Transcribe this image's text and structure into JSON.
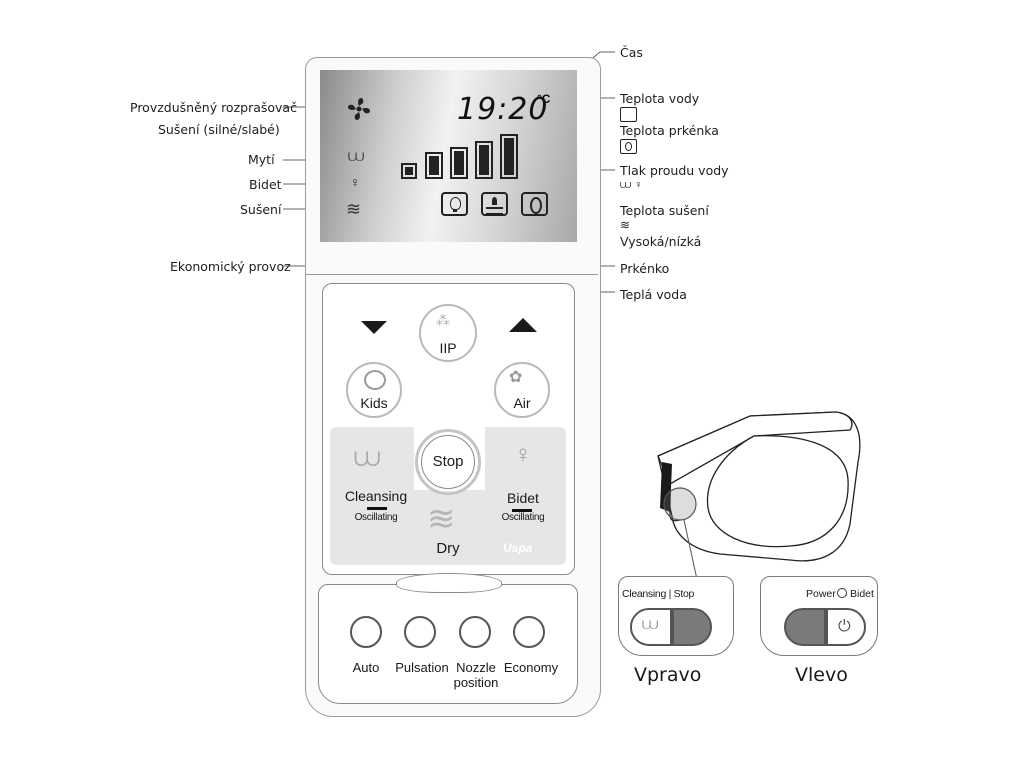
{
  "lcd": {
    "time": "19:20",
    "temp_unit": "°C"
  },
  "left_labels": {
    "fan": "Provzdušněný rozprašovač",
    "drying_level": "Sušení (silné/slabé)",
    "washing": "Mytí",
    "bidet": "Bidet",
    "drying": "Sušení",
    "economy": "Ekonomický provoz"
  },
  "right_labels": {
    "time": "Čas",
    "water_temp": "Teplota vody",
    "seat_temp": "Teplota prkénka",
    "water_pressure": "Tlak proudu vody",
    "dry_temp": "Teplota sušení",
    "high_low": "Vysoká/nízká",
    "seat": "Prkénko",
    "warm_water": "Teplá voda"
  },
  "buttons": {
    "iip": "IIP",
    "kids": "Kids",
    "air": "Air",
    "stop": "Stop",
    "cleansing": "Cleansing",
    "cleansing_sub": "Oscillating",
    "bidet": "Bidet",
    "bidet_sub": "Oscillating",
    "dry": "Dry",
    "brand": "Uspa"
  },
  "lower_keys": {
    "auto": "Auto",
    "pulsation": "Pulsation",
    "nozzle_line1": "Nozzle",
    "nozzle_line2": "position",
    "economy": "Economy"
  },
  "side_panels": {
    "right_top": "Cleansing | Stop",
    "right_caption": "Vpravo",
    "left_top_power": "Power",
    "left_top_bidet": "Bidet",
    "left_caption": "Vlevo"
  },
  "colors": {
    "lcd_dark": "#8a8a8a",
    "lcd_light": "#f2f2f2",
    "panel_gray": "#e6e6e6",
    "button_dark": "#777777"
  }
}
